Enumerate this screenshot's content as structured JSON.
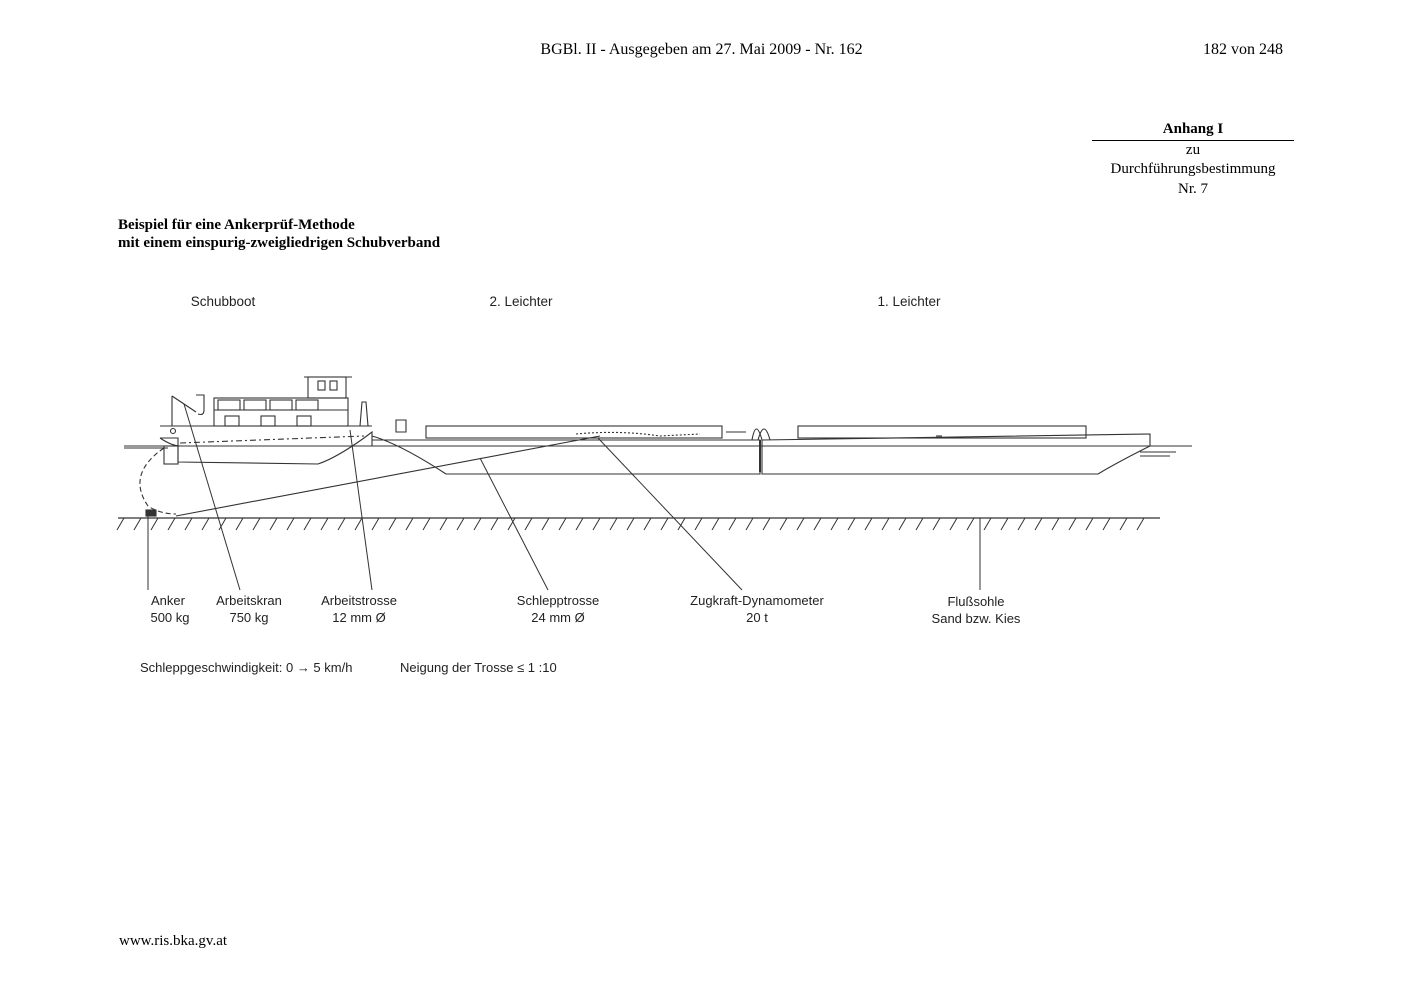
{
  "header": {
    "publication": "BGBl. II - Ausgegeben am 27. Mai 2009 - Nr. 162",
    "page_count": "182 von 248"
  },
  "annex": {
    "title": "Anhang I",
    "line2": "zu",
    "line3": "Durchführungsbestimmung",
    "line4": "Nr. 7"
  },
  "heading": {
    "line1": "Beispiel für eine Ankerprüf-Methode",
    "line2": "mit einem einspurig-zweigliedrigen Schubverband"
  },
  "figure": {
    "top_labels": {
      "schubboot": "Schubboot",
      "leichter2": "2. Leichter",
      "leichter1": "1. Leichter"
    },
    "callouts": [
      {
        "name": "Anker",
        "value": "500 kg"
      },
      {
        "name": "Arbeitskran",
        "value": "750 kg"
      },
      {
        "name": "Arbeitstrosse",
        "value": "12 mm Ø"
      },
      {
        "name": "Schlepptrosse",
        "value": "24 mm Ø"
      },
      {
        "name": "Zugkraft-Dynamometer",
        "value": "20 t"
      },
      {
        "name": "Flußsohle",
        "value": "Sand bzw. Kies"
      }
    ],
    "notes": {
      "speed": "Schleppgeschwindigkeit: 0 → 5 km/h",
      "slope": "Neigung der Trosse ≤ 1 :10"
    }
  },
  "footer": {
    "url": "www.ris.bka.gv.at"
  }
}
